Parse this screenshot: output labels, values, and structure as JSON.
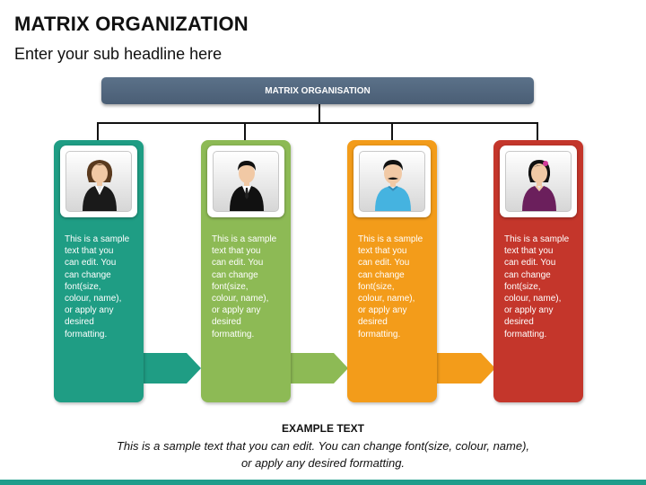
{
  "slide": {
    "title": "MATRIX ORGANIZATION",
    "subtitle": "Enter your sub headline here"
  },
  "header": {
    "label": "MATRIX ORGANISATION",
    "color": "#4a5e75"
  },
  "cards": [
    {
      "color": "#1f9d84",
      "arrow_color": "#1f9d84",
      "person_icon": "businesswoman-icon",
      "lines": [
        "This is a sample",
        "text that you",
        "can edit. You",
        "can change",
        "font(size,",
        "colour, name),",
        "or apply any",
        "desired",
        "formatting."
      ]
    },
    {
      "color": "#8dba55",
      "arrow_color": "#8dba55",
      "person_icon": "businessman-icon",
      "lines": [
        "This is a sample",
        "text that you",
        "can edit. You",
        "can change",
        "font(size,",
        "colour, name),",
        "or apply any",
        "desired",
        "formatting."
      ]
    },
    {
      "color": "#f39c1a",
      "arrow_color": "#f39c1a",
      "person_icon": "man-casual-icon",
      "lines": [
        "This is a sample",
        "text that you",
        "can edit. You",
        "can change",
        "font(size,",
        "colour, name),",
        "or apply any",
        "desired",
        "formatting."
      ]
    },
    {
      "color": "#c4362b",
      "arrow_color": "",
      "person_icon": "woman-icon",
      "lines": [
        "This is a sample",
        "text that you",
        "can edit. You",
        "can change",
        "font(size,",
        "colour, name),",
        "or apply any",
        "desired",
        "formatting."
      ]
    }
  ],
  "example": {
    "title": "EXAMPLE TEXT",
    "line1": "This is a sample text that you can edit. You can change font(size, colour, name),",
    "line2": "or apply any desired formatting."
  },
  "footer_strip_color": "#1f9d8b"
}
